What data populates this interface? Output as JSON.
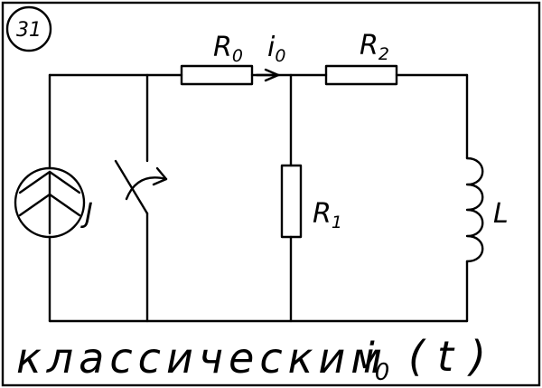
{
  "problem_number": "31",
  "labels": {
    "r0": {
      "main": "R",
      "sub": "0"
    },
    "i0": {
      "main": "i",
      "sub": "0"
    },
    "r2": {
      "main": "R",
      "sub": "2"
    },
    "r1": {
      "main": "R",
      "sub": "1"
    },
    "l": "L",
    "j": "J"
  },
  "footer": {
    "word": "классическим",
    "current_main": "i",
    "current_sub": "0",
    "paren_open": "(",
    "t": "t",
    "paren_close": ")"
  }
}
